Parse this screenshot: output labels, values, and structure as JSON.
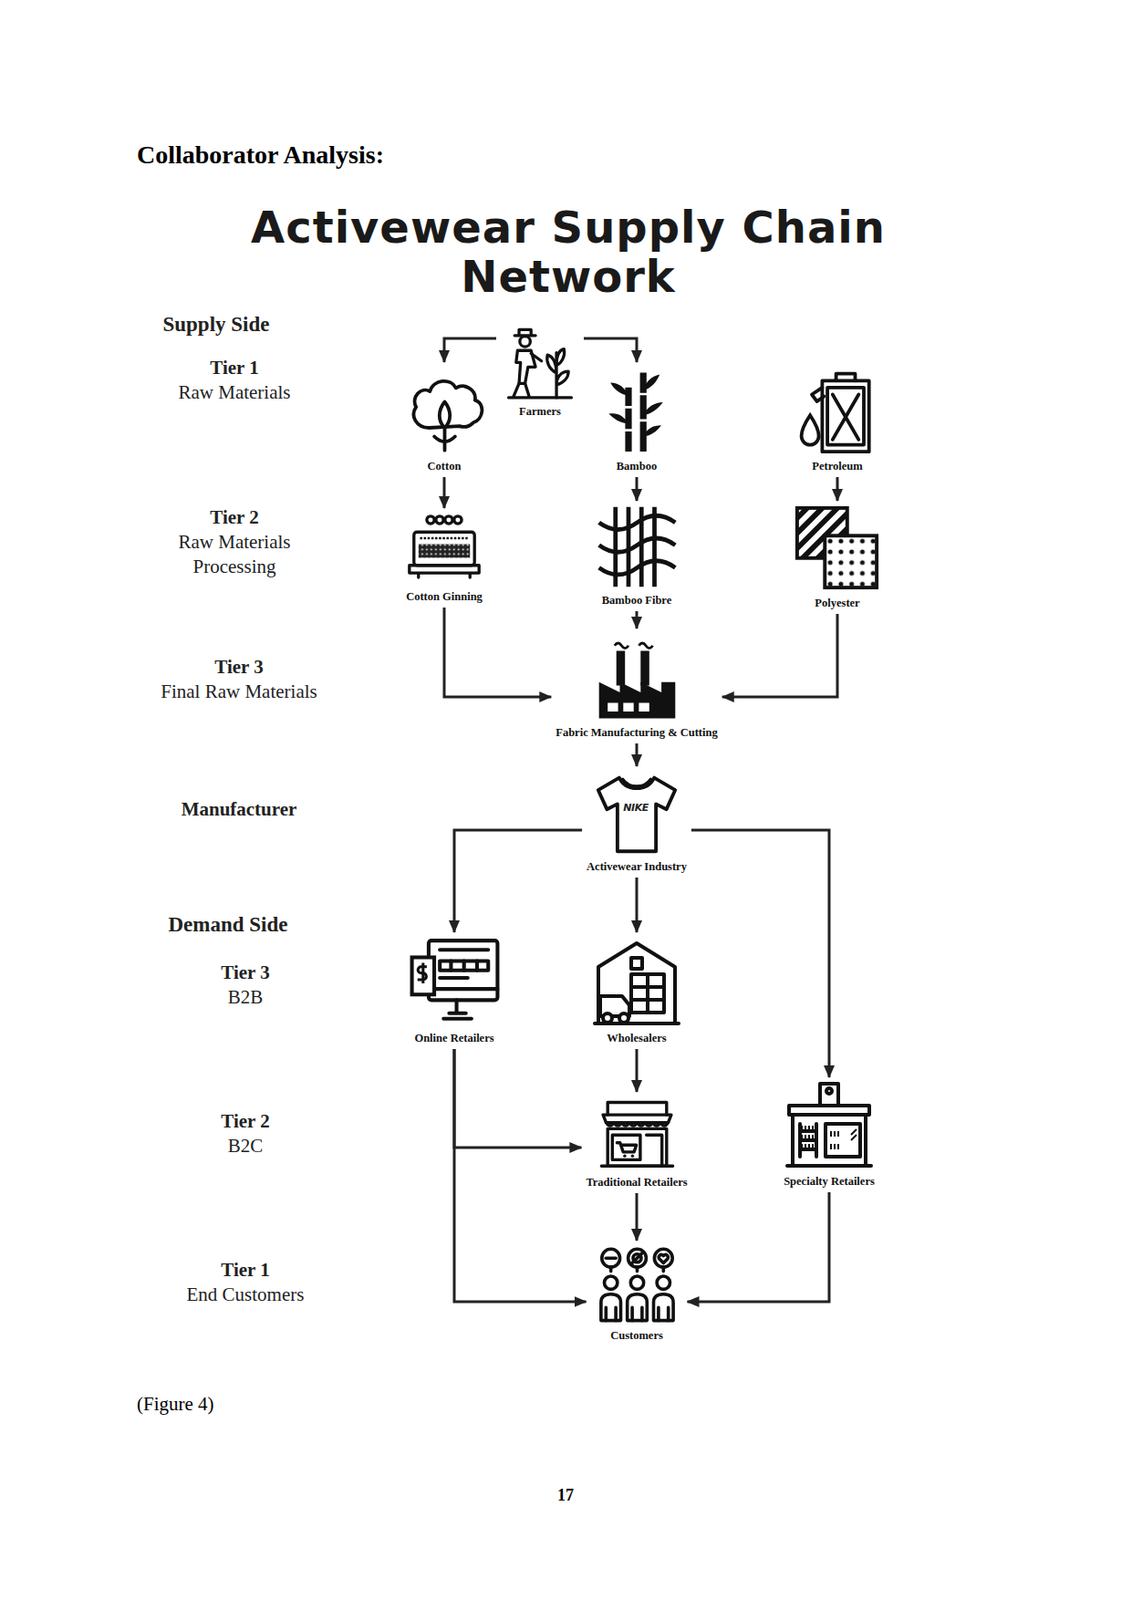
{
  "diagram": {
    "title": "Activewear Supply Chain Network",
    "caption": "(Figure 4)",
    "nodes": [
      {
        "text": [
          "Farmers"
        ]
      },
      {
        "text": [
          "Cotton"
        ]
      },
      {
        "text": [
          "Bamboo"
        ]
      },
      {
        "text": [
          "Petroleum"
        ]
      },
      {
        "text": [
          "Cotton Ginning"
        ]
      },
      {
        "text": [
          "Bamboo Fibre"
        ]
      },
      {
        "text": [
          "Polyester"
        ]
      },
      {
        "text": [
          "Fabric Manufacturing & Cutting"
        ]
      },
      {
        "text": [
          "Activewear Industry"
        ]
      },
      {
        "text": [
          "Online Retailers"
        ]
      },
      {
        "text": [
          "Wholesalers"
        ]
      },
      {
        "text": [
          "Traditional Retailers"
        ]
      },
      {
        "text": [
          "Specialty Retailers"
        ]
      },
      {
        "text": [
          "Customers"
        ]
      }
    ],
    "edges": [
      {
        "from": 0,
        "to": 1,
        "arrow": "to"
      },
      {
        "from": 0,
        "to": 2,
        "arrow": "to"
      },
      {
        "from": 1,
        "to": 4,
        "arrow": "to"
      },
      {
        "from": 2,
        "to": 5,
        "arrow": "to"
      },
      {
        "from": 3,
        "to": 6,
        "arrow": "to"
      },
      {
        "from": 4,
        "to": 7,
        "arrow": "to"
      },
      {
        "from": 5,
        "to": 7,
        "arrow": "to"
      },
      {
        "from": 6,
        "to": 7,
        "arrow": "to"
      },
      {
        "from": 7,
        "to": 8,
        "arrow": "to"
      },
      {
        "from": 8,
        "to": 9,
        "arrow": "to"
      },
      {
        "from": 8,
        "to": 10,
        "arrow": "to"
      },
      {
        "from": 8,
        "to": 12,
        "arrow": "to"
      },
      {
        "from": 10,
        "to": 11,
        "arrow": "to"
      },
      {
        "from": 9,
        "to": 11,
        "arrow": "to"
      },
      {
        "from": 9,
        "to": 13,
        "arrow": "to"
      },
      {
        "from": 11,
        "to": 13,
        "arrow": "to"
      },
      {
        "from": 12,
        "to": 13,
        "arrow": "to"
      }
    ],
    "labels": [
      "Collaborator Analysis:",
      "Supply Side",
      "Tier 1",
      "Raw Materials",
      "Tier 2",
      "Raw Materials Processing",
      "Tier 3",
      "Final Raw Materials",
      "Manufacturer",
      "Demand Side",
      "Tier 3",
      "B2B",
      "Tier 2",
      "B2C",
      "Tier 1",
      "End Customers",
      "NIKE",
      "17"
    ]
  }
}
